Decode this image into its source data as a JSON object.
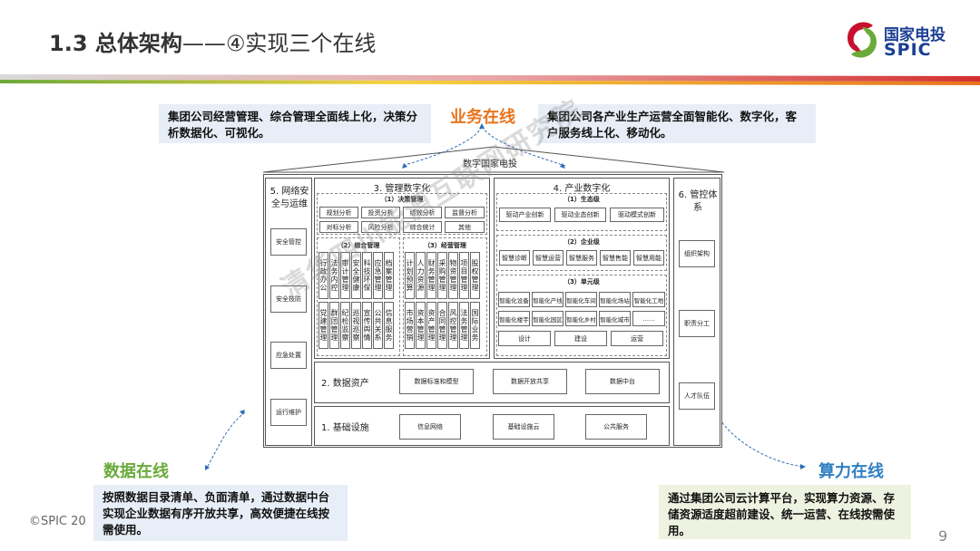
{
  "title": {
    "main": "1.3 总体架构",
    "sub": "——④实现三个在线"
  },
  "logo": {
    "cn": "国家电投",
    "en": "SPIC",
    "icon": "spic-logo-icon"
  },
  "online": {
    "business": "业务在线",
    "data": "数据在线",
    "compute": "算力在线"
  },
  "callouts": {
    "top_left": "集团公司经营管理、综合管理全面线上化，决策分析数据化、可视化。",
    "top_right": "集团公司各产业生产运营全面智能化、数字化，客户服务线上化、移动化。",
    "bottom_left": "按照数据目录清单、负面清单，通过数据中台实现企业数据有序开放共享，高效便捷在线按需使用。",
    "bottom_right": "通过集团公司云计算平台，实现算力资源、存储资源适度超前建设、统一运营、在线按需使用。"
  },
  "diagram": {
    "roof": "数字国家电投",
    "left_col": {
      "title": "5. 网络安全与运维",
      "items": [
        "安全管控",
        "安全技防",
        "应急处置",
        "运行维护"
      ]
    },
    "right_col": {
      "title": "6. 管控体系",
      "items": [
        "组织架构",
        "职责分工",
        "人才队伍"
      ]
    },
    "mgmt": {
      "title": "3. 管理数字化",
      "decision": {
        "title": "（1）决策管理",
        "row1": [
          "规划分析",
          "投资分析",
          "绩效分析",
          "监督分析"
        ],
        "row2": [
          "对标分析",
          "风险分析",
          "综合统计",
          "其他"
        ]
      },
      "general": {
        "title": "（2）综合管理",
        "row1": [
          "行政办公",
          "法务内控",
          "审计管理",
          "安全健康",
          "科技环保",
          "应急管理",
          "档案管理"
        ],
        "row2": [
          "党建管理",
          "群团管理",
          "纪检监察",
          "巡视巡察",
          "宣传舆情",
          "公共关系",
          "信息服务"
        ]
      },
      "operation": {
        "title": "（3）经营管理",
        "row1": [
          "计划预算",
          "人力资源",
          "财务管理",
          "采购管理",
          "物资管理",
          "项目管理",
          "股权管理"
        ],
        "row2": [
          "市场营销",
          "资本管理",
          "资产管理",
          "合同管理",
          "风控管理",
          "法务管理",
          "国际业务"
        ]
      }
    },
    "industry": {
      "title": "4. 产业数字化",
      "eco": {
        "title": "（1）生态级",
        "items": [
          "驱动产业创新",
          "驱动业态创新",
          "驱动模式创新"
        ]
      },
      "enterprise": {
        "title": "（2）企业级",
        "items": [
          "智慧诊断",
          "智慧运营",
          "智慧服务",
          "智慧售能",
          "智慧用能"
        ]
      },
      "unit": {
        "title": "（3）单元级",
        "row1": [
          "智能化设备",
          "智能化产线",
          "智能化车间",
          "智能化场站",
          "智能化工地"
        ],
        "row2": [
          "智能化楼宇",
          "智能化园区",
          "智能化乡村",
          "智能化城市",
          "……"
        ],
        "row3": [
          "设计",
          "建设",
          "运营"
        ]
      }
    },
    "data_assets": {
      "title": "2. 数据资产",
      "items": [
        "数据标准和模型",
        "数据开放共享",
        "数据中台"
      ]
    },
    "infra": {
      "title": "1. 基础设施",
      "items": [
        "信息网络",
        "基础设施云",
        "公共服务"
      ]
    }
  },
  "watermark": "清华四川能源互联网研究院",
  "footer": {
    "copyright": "©SPIC 20",
    "page": "9"
  },
  "colors": {
    "brand_blue": "#1c3f94",
    "orange": "#e8741e",
    "green": "#6aa93a",
    "sky": "#2f7fc2",
    "red": "#c8102e"
  }
}
